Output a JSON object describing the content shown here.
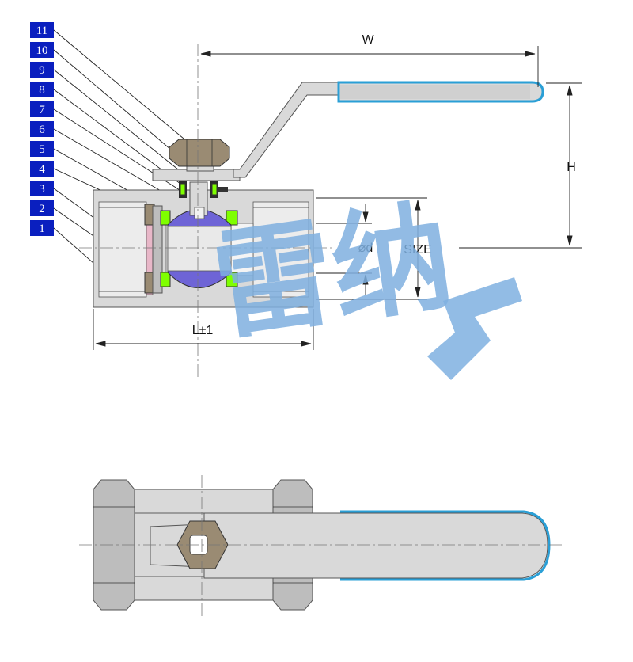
{
  "colors": {
    "part_label_bg": "#0a1fbf",
    "handle_grip": "#2a9fd6",
    "seat": "#7fff00",
    "ball": "#6e64d6",
    "brass": "#9a8b73",
    "watermark": "#7fb0e0"
  },
  "dimensions": {
    "width_label": "W",
    "height_label": "H",
    "bore_label": "⌀d",
    "size_label": "SIZE",
    "length_label": "L±1"
  },
  "parts": [
    {
      "label": "11"
    },
    {
      "label": "10"
    },
    {
      "label": "9"
    },
    {
      "label": "8"
    },
    {
      "label": "7"
    },
    {
      "label": "6"
    },
    {
      "label": "5"
    },
    {
      "label": "4"
    },
    {
      "label": "3"
    },
    {
      "label": "2"
    },
    {
      "label": "1"
    }
  ],
  "watermark_text": "雷纳"
}
